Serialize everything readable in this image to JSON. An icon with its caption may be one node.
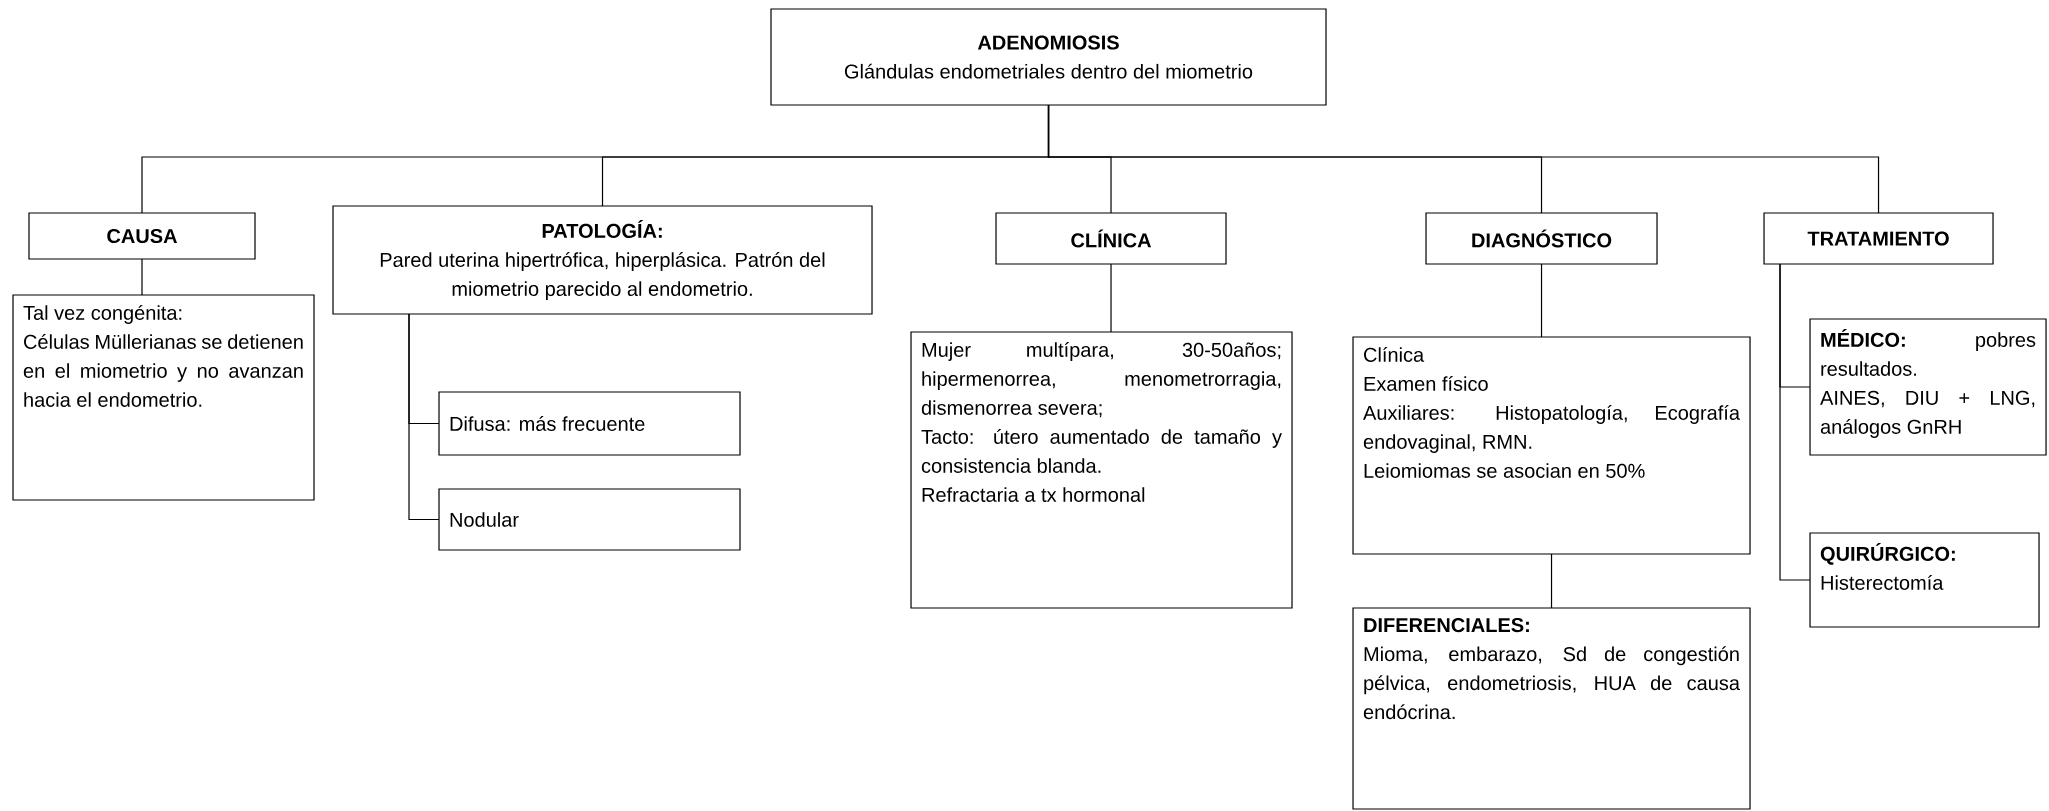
{
  "diagram": {
    "nodes": [
      {
        "text": [
          "ADENOMIOSIS",
          "Glándulas endometriales dentro del miometrio"
        ]
      },
      {
        "text": [
          "CAUSA"
        ]
      },
      {
        "text": [
          "Tal vez congénita:",
          "Células Müllerianas se detienen en el miometrio y no avanzan hacia el endometrio."
        ]
      },
      {
        "text": [
          "PATOLOGÍA:",
          "Pared uterina hipertrófica, hiperplásica. Patrón del miometrio parecido al endometrio."
        ]
      },
      {
        "text": [
          "Difusa: más frecuente"
        ]
      },
      {
        "text": [
          "Nodular"
        ]
      },
      {
        "text": [
          "CLÍNICA"
        ]
      },
      {
        "text": [
          "Mujer multípara, 30-50años; hipermenorrea, menometrorragia, dismenorrea severa;",
          "Tacto: útero aumentado de tamaño y consistencia blanda.",
          "Refractaria a tx hormonal"
        ]
      },
      {
        "text": [
          "DIAGNÓSTICO"
        ]
      },
      {
        "text": [
          "Clínica",
          "Examen físico",
          "Auxiliares: Histopatología, Ecografía endovaginal, RMN.",
          "Leiomiomas se asocian en 50%"
        ]
      },
      {
        "text": [
          "DIFERENCIALES:",
          "Mioma, embarazo, Sd de congestión pélvica, endometriosis, HUA de causa endócrina."
        ]
      },
      {
        "text": [
          "TRATAMIENTO"
        ]
      },
      {
        "text": [
          "**MÉDICO:** pobres resultados.",
          "AINES, DIU + LNG, análogos GnRH"
        ]
      },
      {
        "text": [
          "QUIRÚRGICO:",
          "Histerectomía"
        ]
      }
    ],
    "edges": [
      {
        "from": 0,
        "to": 1,
        "arrow": "none"
      },
      {
        "from": 0,
        "to": 3,
        "arrow": "none"
      },
      {
        "from": 0,
        "to": 6,
        "arrow": "none"
      },
      {
        "from": 0,
        "to": 8,
        "arrow": "none"
      },
      {
        "from": 0,
        "to": 11,
        "arrow": "none"
      },
      {
        "from": 1,
        "to": 2,
        "arrow": "none"
      },
      {
        "from": 3,
        "to": 4,
        "arrow": "none"
      },
      {
        "from": 3,
        "to": 5,
        "arrow": "none"
      },
      {
        "from": 6,
        "to": 7,
        "arrow": "none"
      },
      {
        "from": 8,
        "to": 9,
        "arrow": "none"
      },
      {
        "from": 9,
        "to": 10,
        "arrow": "none"
      },
      {
        "from": 11,
        "to": 12,
        "arrow": "none"
      },
      {
        "from": 11,
        "to": 13,
        "arrow": "none"
      }
    ]
  }
}
